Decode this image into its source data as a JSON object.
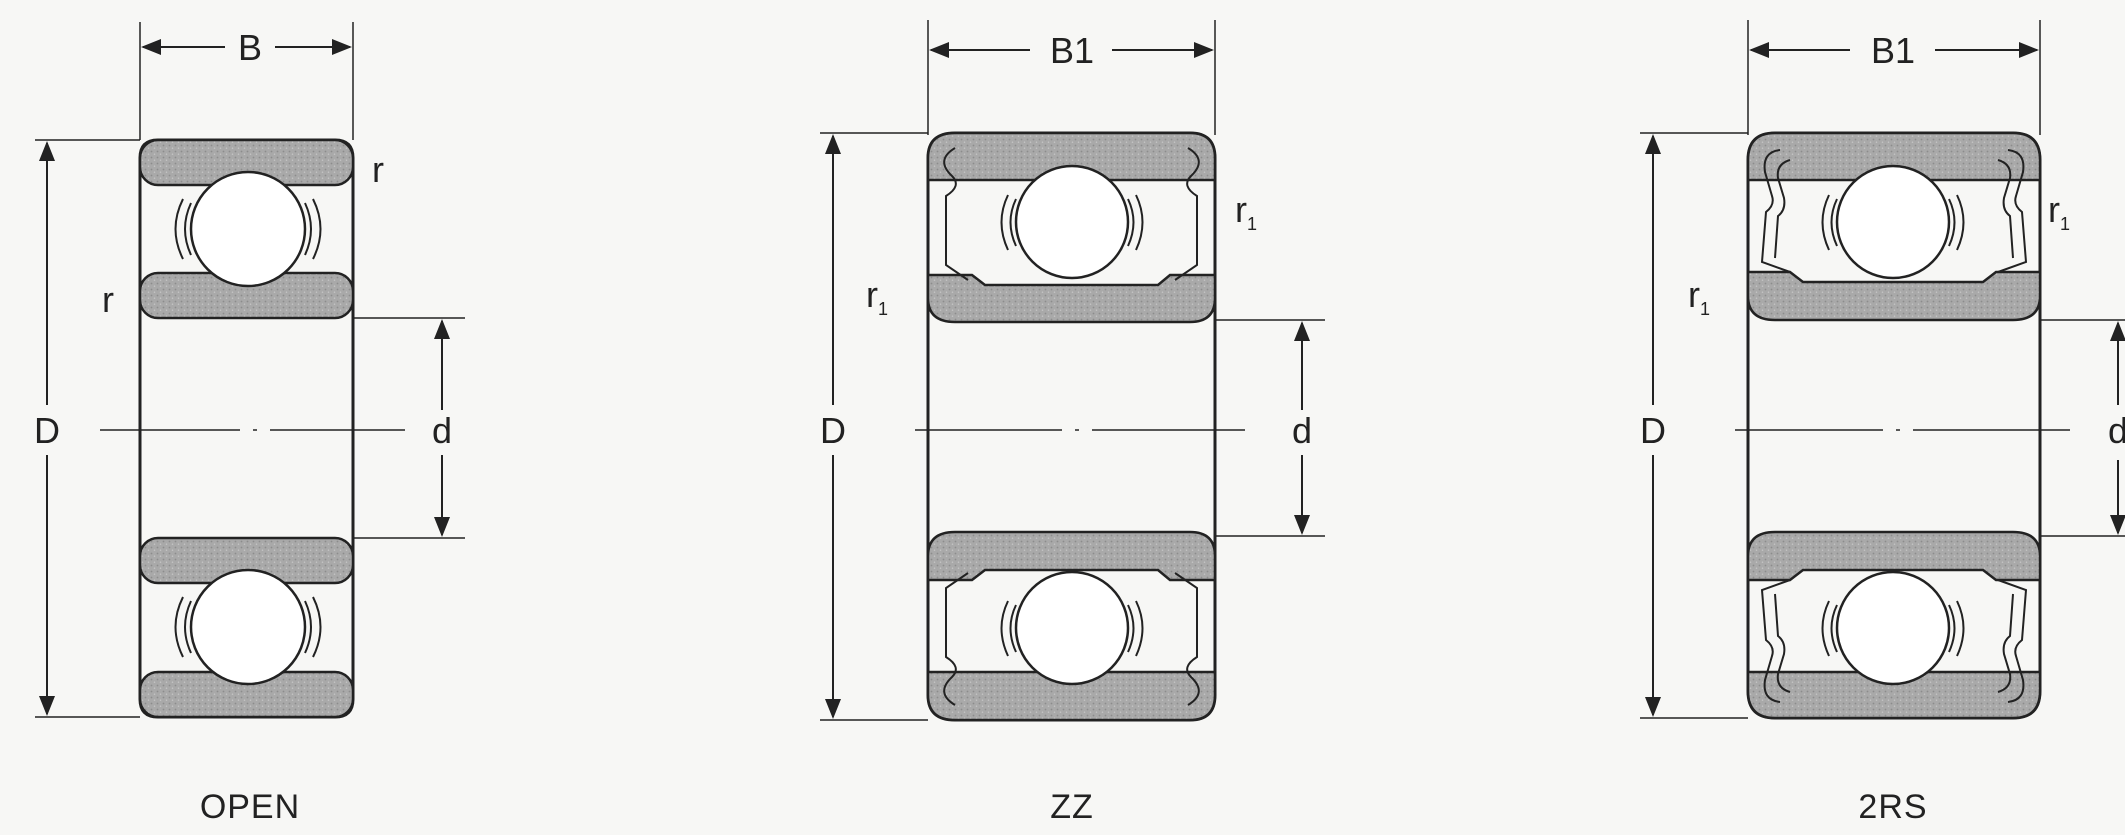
{
  "bearings": [
    {
      "id": "open",
      "caption": "OPEN",
      "width_label": "B",
      "outer_label": "D",
      "bore_label": "d",
      "radius_label": "r",
      "radius_sub": "",
      "side_radius_label": "r",
      "side_radius_sub": ""
    },
    {
      "id": "zz",
      "caption": "ZZ",
      "width_label": "B1",
      "outer_label": "D",
      "bore_label": "d",
      "radius_label": "r",
      "radius_sub": "1",
      "side_radius_label": "r",
      "side_radius_sub": "1"
    },
    {
      "id": "2rs",
      "caption": "2RS",
      "width_label": "B1",
      "outer_label": "D",
      "bore_label": "d",
      "radius_label": "r",
      "radius_sub": "1",
      "side_radius_label": "r",
      "side_radius_sub": "1"
    }
  ],
  "colors": {
    "line": "#222222",
    "ring_fill": "#a9a9a9",
    "background": "#f7f7f5"
  }
}
